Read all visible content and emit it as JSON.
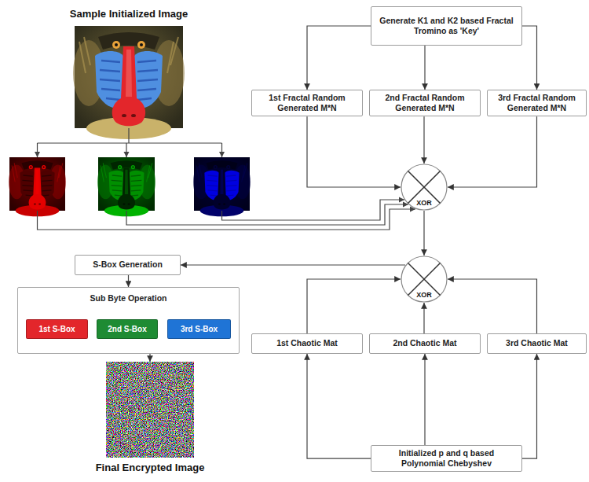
{
  "diagram": {
    "nodes": [
      {
        "text": [
          "Sample Initialized Image"
        ]
      },
      {
        "text": [
          "Generate K1 and K2 based Fractal Tromino as 'Key'"
        ]
      },
      {
        "text": [
          "1st Fractal Random Generated M*N"
        ]
      },
      {
        "text": [
          "2nd Fractal Random Generated M*N"
        ]
      },
      {
        "text": [
          "3rd Fractal Random Generated M*N"
        ]
      },
      {
        "text": [
          "XOR"
        ]
      },
      {
        "text": [
          "XOR"
        ]
      },
      {
        "text": [
          "S-Box Generation"
        ]
      },
      {
        "text": [
          "Sub Byte Operation"
        ]
      },
      {
        "text": [
          "1st S-Box"
        ],
        "in": 8
      },
      {
        "text": [
          "2nd S-Box"
        ],
        "in": 8
      },
      {
        "text": [
          "3rd S-Box"
        ],
        "in": 8
      },
      {
        "text": [
          "1st Chaotic Mat"
        ]
      },
      {
        "text": [
          "2nd Chaotic Mat"
        ]
      },
      {
        "text": [
          "3rd Chaotic Mat"
        ]
      },
      {
        "text": [
          "Initialized p and q based Polynomial Chebyshev"
        ]
      },
      {
        "text": [
          "Final Encrypted Image"
        ]
      }
    ],
    "edges": [
      {
        "from": 1,
        "to": 2,
        "arrow": "to"
      },
      {
        "from": 1,
        "to": 3,
        "arrow": "to"
      },
      {
        "from": 1,
        "to": 4,
        "arrow": "to"
      },
      {
        "from": 2,
        "to": 5,
        "arrow": "to"
      },
      {
        "from": 3,
        "to": 5,
        "arrow": "to"
      },
      {
        "from": 4,
        "to": 5,
        "arrow": "to"
      },
      {
        "from": 5,
        "to": 6,
        "arrow": "to"
      },
      {
        "from": 12,
        "to": 6,
        "arrow": "to"
      },
      {
        "from": 13,
        "to": 6,
        "arrow": "to"
      },
      {
        "from": 14,
        "to": 6,
        "arrow": "to"
      },
      {
        "from": 6,
        "to": 7,
        "arrow": "to"
      },
      {
        "from": 7,
        "to": 8,
        "arrow": "to"
      },
      {
        "from": 8,
        "to": 16,
        "arrow": "to"
      },
      {
        "from": 15,
        "to": 12,
        "arrow": "to"
      },
      {
        "from": 15,
        "to": 13,
        "arrow": "to"
      },
      {
        "from": 15,
        "to": 14,
        "arrow": "to"
      }
    ]
  }
}
